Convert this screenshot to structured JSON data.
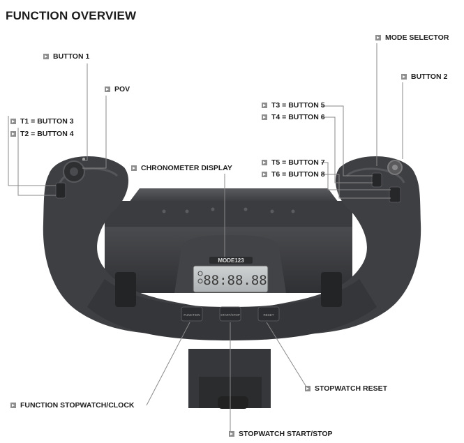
{
  "title": "FUNCTION OVERVIEW",
  "labels": {
    "button1": "BUTTON 1",
    "pov": "POV",
    "t1": "T1 = BUTTON 3",
    "t2": "T2 = BUTTON 4",
    "chronometer": "CHRONOMETER DISPLAY",
    "mode_selector": "MODE SELECTOR",
    "button2": "BUTTON 2",
    "t3": "T3 = BUTTON 5",
    "t4": "T4 = BUTTON 6",
    "t5": "T5 = BUTTON 7",
    "t6": "T6 = BUTTON 8",
    "function_stopwatch": "FUNCTION STOPWATCH/CLOCK",
    "stopwatch_start": "STOPWATCH START/STOP",
    "stopwatch_reset": "STOPWATCH RESET"
  },
  "device": {
    "display_mode": "MODE123",
    "display_digits": "88:88.88",
    "button_function": "FUNCTION",
    "button_start": "START/STOP",
    "button_reset": "RESET"
  },
  "colors": {
    "yoke_body": "#3c3d40",
    "yoke_dark": "#2a2b2d",
    "lcd": "#bfc3c5",
    "leader_line": "#8a8a8a"
  }
}
